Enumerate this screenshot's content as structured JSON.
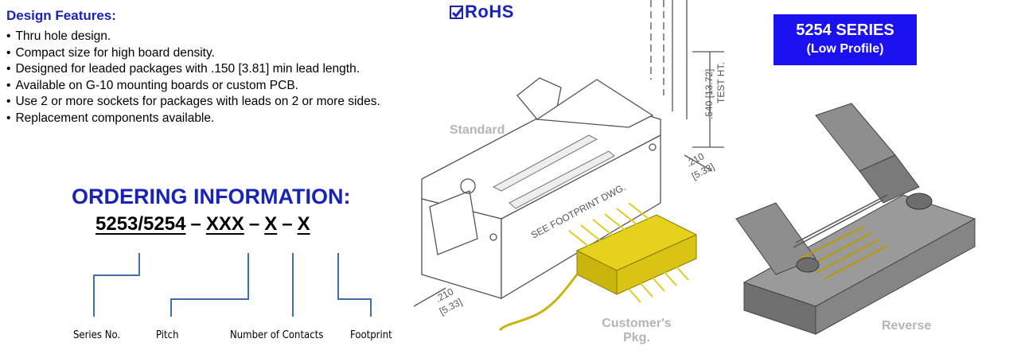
{
  "design_features": {
    "title": "Design Features:",
    "items": [
      "Thru hole design.",
      "Compact size for high board density.",
      "Designed for leaded packages with .150 [3.81] min lead length.",
      "Available on G-10 mounting boards or custom PCB.",
      "Use 2 or more sockets for packages with leads on 2 or more sides.",
      "Replacement components available."
    ]
  },
  "rohs": {
    "icon": "checkbox-icon",
    "label": "RoHS",
    "color": "#1a23b8"
  },
  "series_badge": {
    "line1": "5254 SERIES",
    "line2": "(Low Profile)",
    "color": "#1a10f0"
  },
  "ordering": {
    "title": "ORDERING INFORMATION:",
    "part": {
      "series": "5253/5254",
      "pitch": "XXX",
      "contacts": "X",
      "footprint": "X",
      "separator": "–"
    },
    "fields": [
      "Series No.",
      "Pitch",
      "Number of Contacts",
      "Footprint"
    ]
  },
  "drawing": {
    "standard_label": "Standard",
    "customers_label_1": "Customer's",
    "customers_label_2": "Pkg.",
    "reverse_label": "Reverse",
    "dim_footprint": "SEE FOOTPRINT DWG.",
    "dim_height_1": ".540 [13.72]",
    "dim_height_2": "TEST HT.",
    "dim_right_1": ".210",
    "dim_right_2": "[5.33]",
    "dim_left_1": ".210",
    "dim_left_2": "[5.33]"
  }
}
